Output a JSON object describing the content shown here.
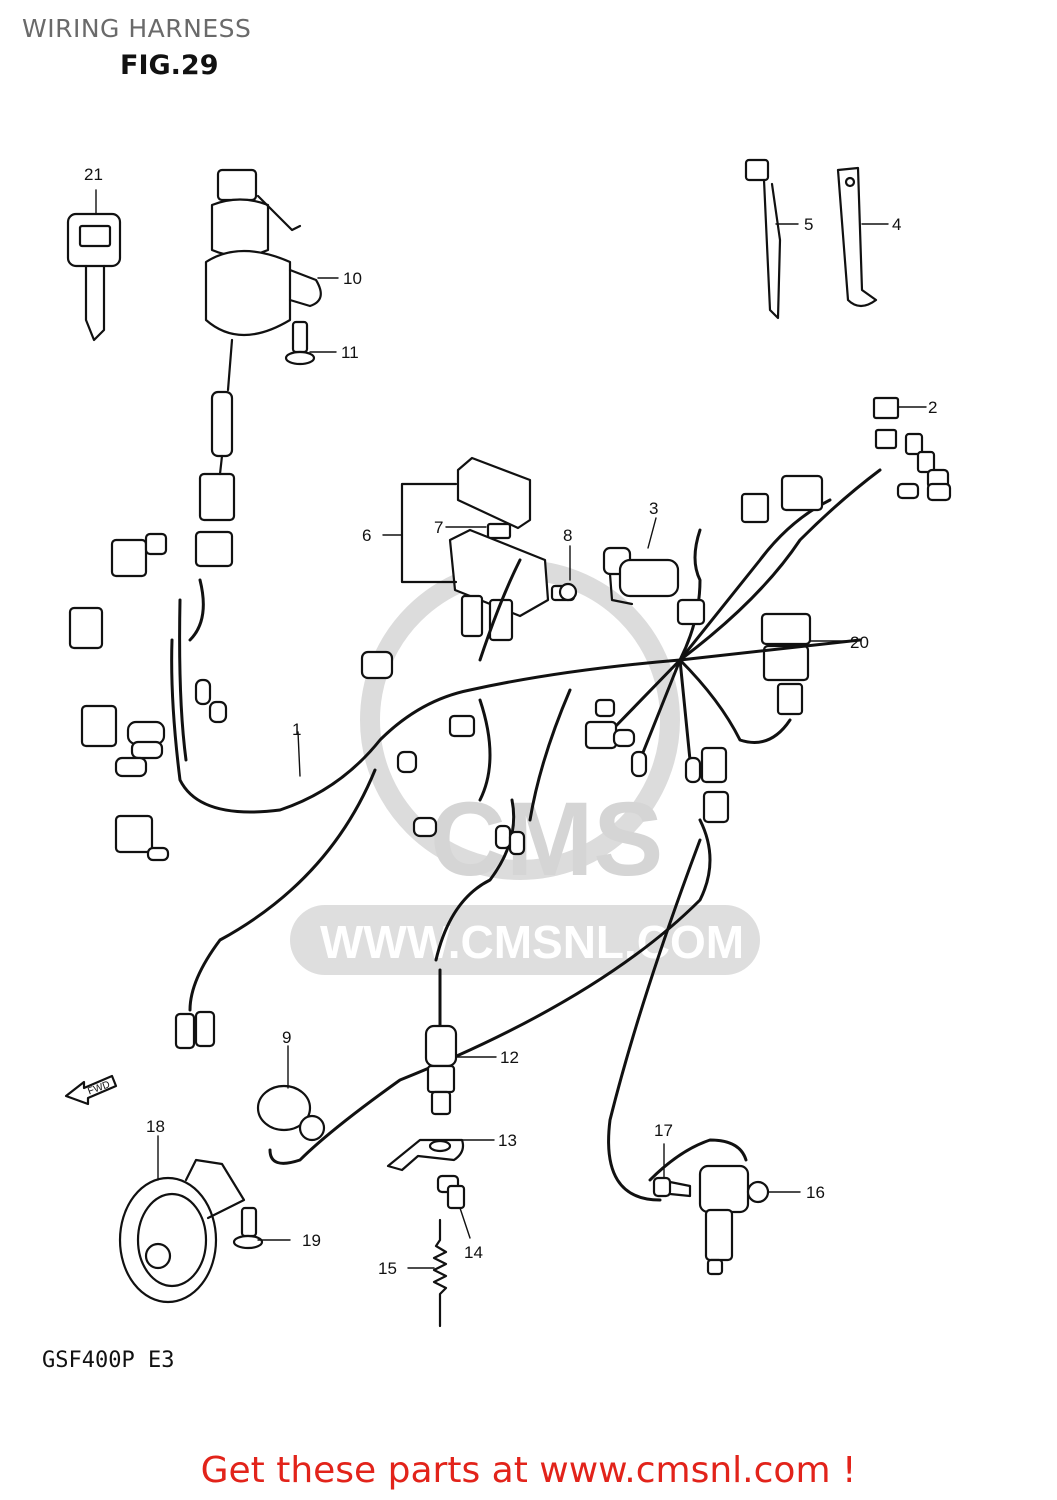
{
  "header": {
    "title": "WIRING HARNESS",
    "figure": "FIG.29"
  },
  "footer": {
    "model": "GSF400P  E3",
    "cta": "Get these parts at www.cmsnl.com !"
  },
  "watermark": {
    "logo": "CMS",
    "url": "WWW.CMSNL.COM"
  },
  "arrow": {
    "label": "FWD"
  },
  "callouts": {
    "c1": "1",
    "c2": "2",
    "c3": "3",
    "c4": "4",
    "c5": "5",
    "c6": "6",
    "c7": "7",
    "c8": "8",
    "c9": "9",
    "c10": "10",
    "c11": "11",
    "c12": "12",
    "c13": "13",
    "c14": "14",
    "c15": "15",
    "c16": "16",
    "c17": "17",
    "c18": "18",
    "c19": "19",
    "c20": "20",
    "c21": "21"
  },
  "colors": {
    "line": "#111111",
    "watermark": "#d8d8d8",
    "cta": "#e2231a"
  }
}
